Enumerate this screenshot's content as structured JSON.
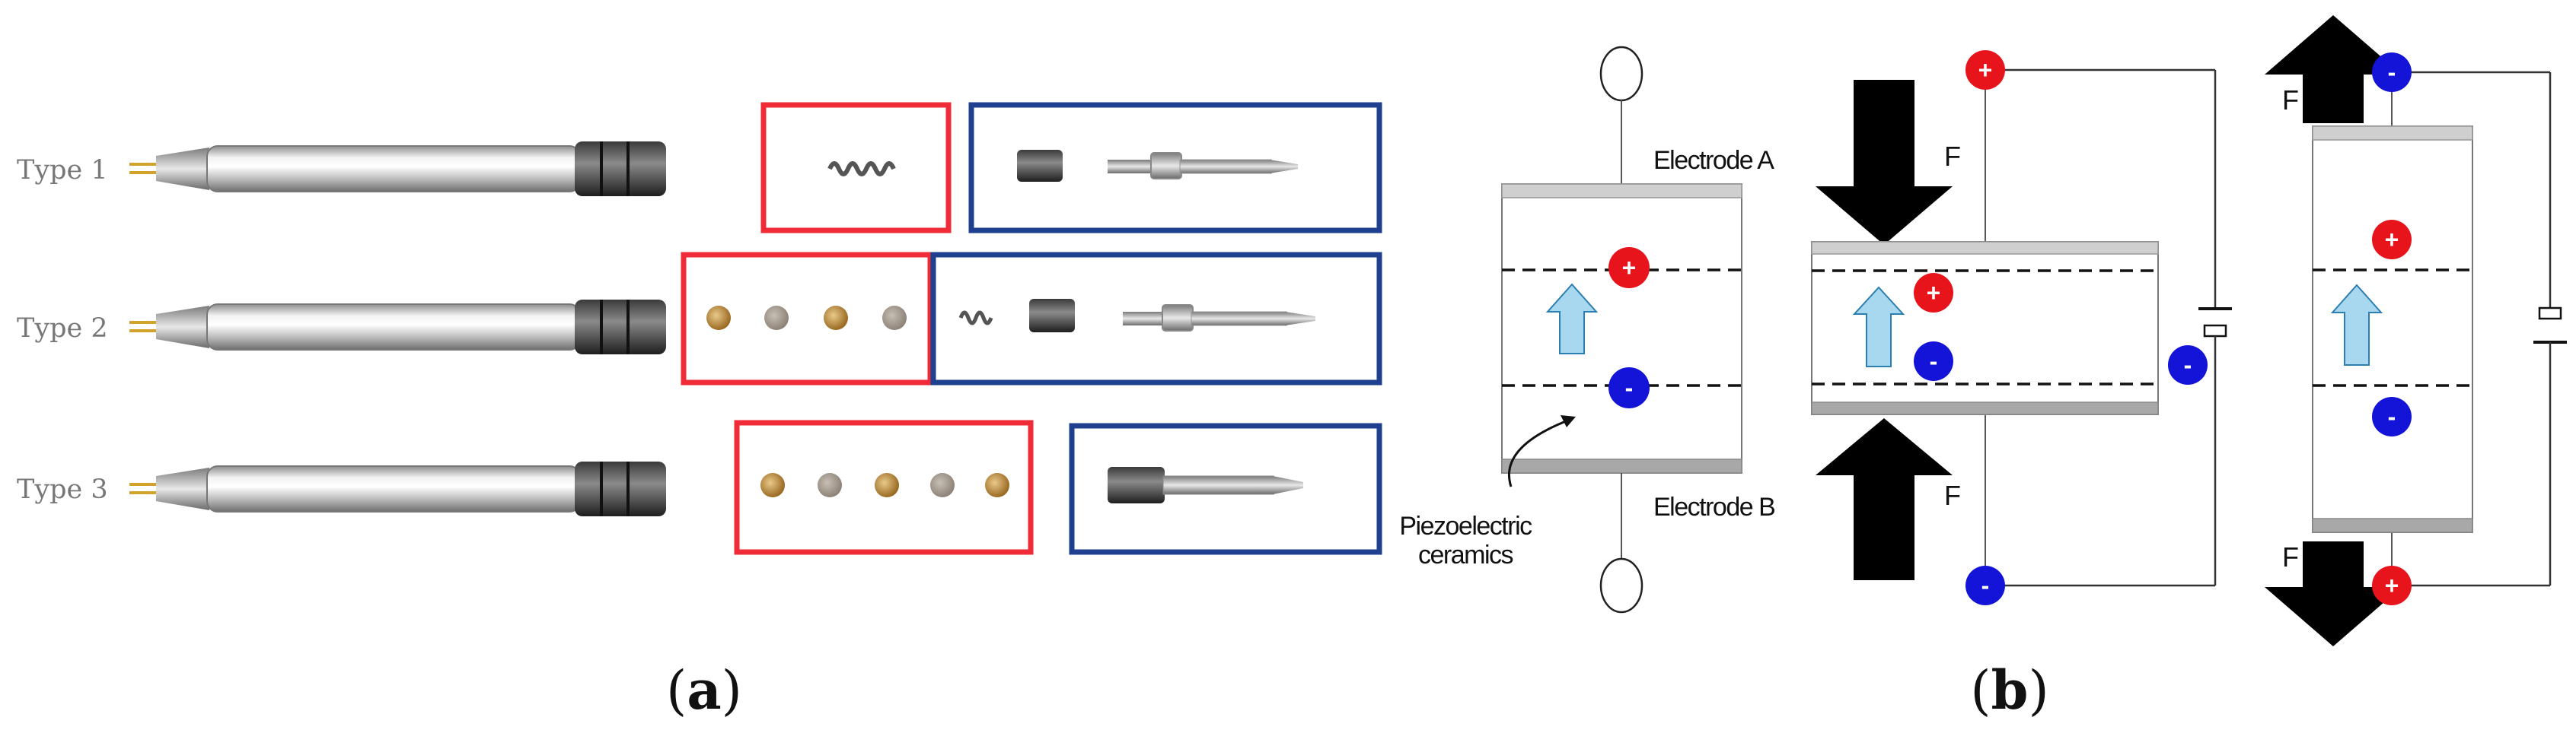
{
  "panel_a": {
    "label_prefix": "(",
    "label_letter": "a",
    "label_suffix": ")",
    "types": [
      {
        "name": "Type 1"
      },
      {
        "name": "Type 2"
      },
      {
        "name": "Type 3"
      }
    ]
  },
  "panel_b": {
    "label_prefix": "(",
    "label_letter": "b",
    "label_suffix": ")",
    "electrode_a": "Electrode A",
    "electrode_b": "Electrode B",
    "ceramics_line1": "Piezoelectric",
    "ceramics_line2": "ceramics",
    "force": "F",
    "plus": "+",
    "minus": "-"
  },
  "colors": {
    "red_box": "#ee2b36",
    "blue_box": "#1f3f8f",
    "positive_charge": "#e8141c",
    "negative_charge": "#1414d8",
    "polarization_arrow": "#a8d8f0",
    "electrode": "#cfcfcf"
  }
}
